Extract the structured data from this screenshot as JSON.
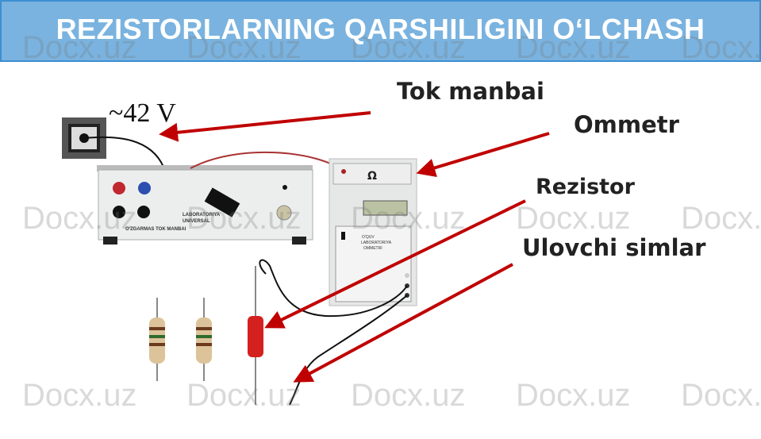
{
  "slide": {
    "title": "REZISTORLARNING QARSHILIGINI O‘LCHASH",
    "watermark": "Docx.uz",
    "voltage_label": "~42 V",
    "labels": {
      "power_source": "Tok manbai",
      "ohmmeter": "Ommetr",
      "resistor": "Rezistor",
      "wires": "Ulovchi simlar"
    },
    "device_texts": {
      "power_supply": [
        "LABORATORIYA",
        "UNIVERSAL",
        "O'ZGARMAS TOK MANBAI"
      ],
      "ohmmeter_symbol": "Ω",
      "ohmmeter_panel": [
        "O'QUV",
        "LABORATORIYA",
        "OMMETRI"
      ]
    },
    "colors": {
      "title_bg": "#7ab3df",
      "title_border": "#3d8fd1",
      "arrow": "#c00000"
    }
  }
}
